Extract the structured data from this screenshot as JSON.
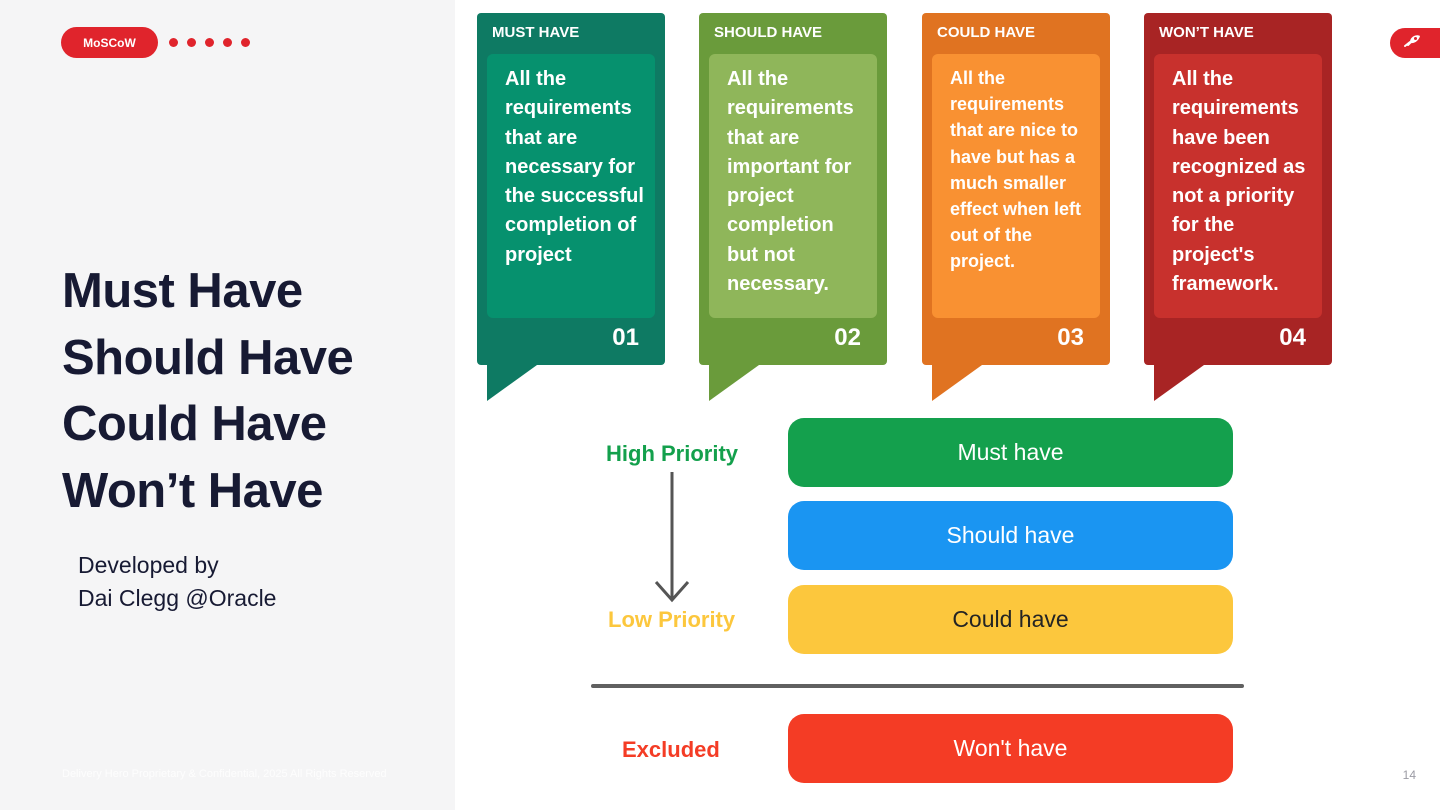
{
  "slide": {
    "badge_label": "MoSCoW",
    "heading_lines": [
      "Must Have",
      "Should Have",
      "Could Have",
      "Won’t Have"
    ],
    "developed_by_lines": [
      "Developed by",
      "Dai Clegg @Oracle"
    ],
    "footer": "Delivery Hero Proprietary & Confidential, 2025 All Rights Reserved",
    "page_number": "14",
    "accent_color": "#e0242c"
  },
  "cards": [
    {
      "title": "MUST HAVE",
      "text": "All the requirements that are necessary for the successful completion of project",
      "number": "01",
      "color": "#0e7a63"
    },
    {
      "title": "SHOULD HAVE",
      "text": "All the requirements that are important for project completion but not necessary.",
      "number": "02",
      "color": "#6a9b3b"
    },
    {
      "title": "COULD HAVE",
      "text": "All the requirements that are nice to have but has a much smaller effect when left out of the project.",
      "number": "03",
      "color": "#e07321"
    },
    {
      "title": "WON’T HAVE",
      "text": "All the requirements have been recognized as not a priority for the project's framework.",
      "number": "04",
      "color": "#a82424"
    }
  ],
  "priority": {
    "high_label": "High Priority",
    "low_label": "Low Priority",
    "excluded_label": "Excluded",
    "bars": [
      {
        "label": "Must have",
        "color": "#14a04d"
      },
      {
        "label": "Should have",
        "color": "#1a95f2"
      },
      {
        "label": "Could have",
        "color": "#fcc73d"
      },
      {
        "label": "Won't have",
        "color": "#f43c25"
      }
    ]
  }
}
